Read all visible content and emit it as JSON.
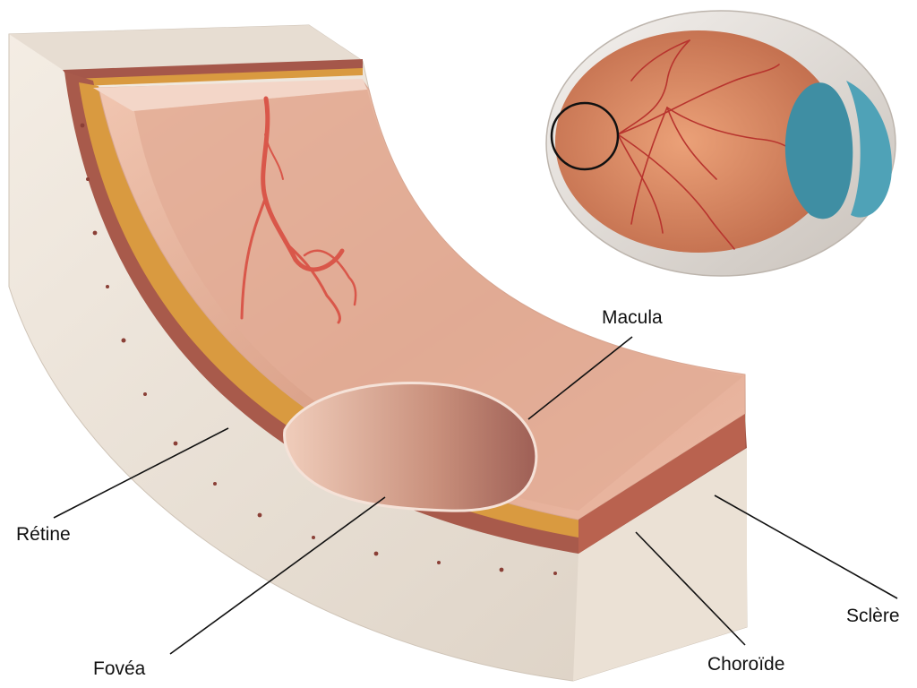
{
  "labels": {
    "macula": "Macula",
    "retine": "Rétine",
    "fovea": "Fovéa",
    "choroide": "Choroïde",
    "sclere": "Sclère"
  },
  "colors": {
    "sclera": "#efe6dc",
    "choroid_brown": "#a5574a",
    "choroid_gold": "#d99a40",
    "retina": "#ecb7a0",
    "vessel": "#d9574a",
    "cornea_blue": "#3f8ea3",
    "leader": "#111111"
  }
}
